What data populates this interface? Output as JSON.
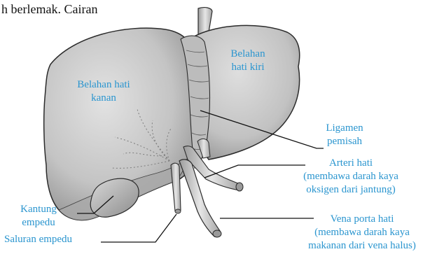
{
  "header_text": "h berlemak. Cairan",
  "colors": {
    "label_blue": "#2a95cf",
    "liver_fill": "#c9c9c9",
    "liver_shadow": "#9a9a9a",
    "outline": "#2b2b2b",
    "leader_line": "#111111"
  },
  "labels": {
    "right_lobe_line1": "Belahan hati",
    "right_lobe_line2": "kanan",
    "left_lobe_line1": "Belahan",
    "left_lobe_line2": "hati kiri",
    "ligament_line1": "Ligamen",
    "ligament_line2": "pemisah",
    "hepatic_artery_line1": "Arteri hati",
    "hepatic_artery_line2": "(membawa darah kaya",
    "hepatic_artery_line3": "oksigen dari jantung)",
    "gallbladder_line1": "Kantung",
    "gallbladder_line2": "empedu",
    "bile_duct": "Saluran empedu",
    "portal_vein_line1": "Vena porta hati",
    "portal_vein_line2": "(membawa darah kaya",
    "portal_vein_line3": "makanan dari vena halus)"
  }
}
